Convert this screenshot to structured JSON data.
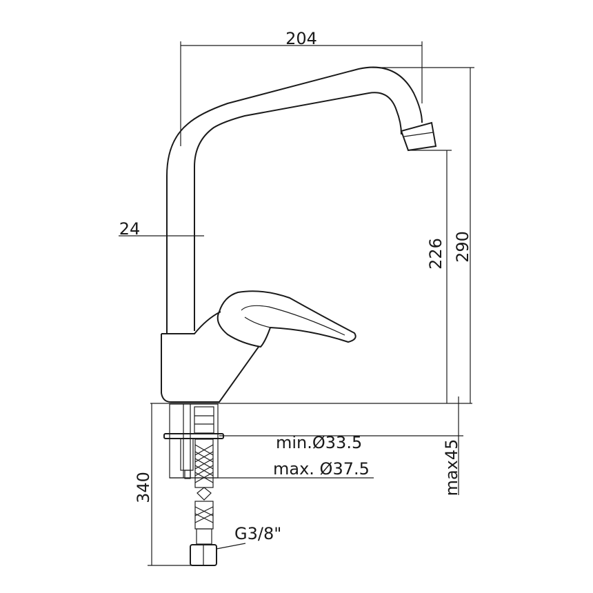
{
  "dimensions": {
    "width_spout": "204",
    "body_diameter": "24",
    "spout_height": "226",
    "total_height": "290",
    "max_thickness": "max45",
    "min_hole": "min.Ø33.5",
    "max_hole": "max. Ø37.5",
    "hose_length": "340",
    "thread": "G3/8\""
  },
  "colors": {
    "line": "#1a1a1a",
    "background": "#ffffff"
  }
}
